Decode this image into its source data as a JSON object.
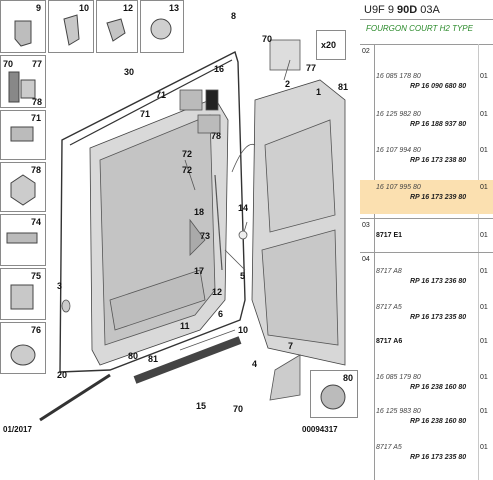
{
  "diagram": {
    "callouts": [
      "9",
      "10",
      "12",
      "13",
      "8",
      "70",
      "77",
      "x20",
      "81",
      "70",
      "77",
      "78",
      "30",
      "71",
      "16",
      "1",
      "2",
      "71",
      "78",
      "72",
      "72",
      "74",
      "14",
      "73",
      "18",
      "75",
      "3",
      "17",
      "76",
      "12",
      "5",
      "11",
      "80",
      "81",
      "6",
      "10",
      "7",
      "4",
      "20",
      "80",
      "15",
      "70"
    ],
    "footer_left": "01/2017",
    "footer_right": "00094317"
  },
  "panel": {
    "header_code": "U9F 9 ",
    "header_bold": "90D",
    "header_suffix": " 03A",
    "subtitle": "FOURGON COURT H2 TYPE",
    "index_labels": [
      "02",
      "03",
      "04"
    ],
    "rows": [
      {
        "ref1": "16 085 178 80",
        "ref2": "RP 16 090 680 80",
        "qty": "01"
      },
      {
        "ref1": "16 125 982 80",
        "ref2": "RP 16 188 937 80",
        "qty": "01"
      },
      {
        "ref1": "16 107 994 80",
        "ref2": "RP 16 173 238 80",
        "qty": "01"
      },
      {
        "ref1": "16 107 995 80",
        "ref2": "RP 16 173 239 80",
        "qty": "01"
      }
    ],
    "e1_label": "8717 E1",
    "e1_qty": "01",
    "a_rows": [
      {
        "ref1": "8717 A8",
        "ref2": "RP 16 173 236 80",
        "qty": "01"
      },
      {
        "ref1": "8717 A5",
        "ref2": "RP 16 173 235 80",
        "qty": "01"
      }
    ],
    "a6_label": "8717 A6",
    "a6_qty": "01",
    "b_rows": [
      {
        "ref1": "16 085 179 80",
        "ref2": "RP 16 238 160 80",
        "qty": "01"
      },
      {
        "ref1": "16 125 983 80",
        "ref2": "RP 16 238 160 80",
        "qty": "01"
      },
      {
        "ref1": "8717 A5",
        "ref2": "RP 16 173 235 80",
        "qty": "01"
      }
    ]
  }
}
